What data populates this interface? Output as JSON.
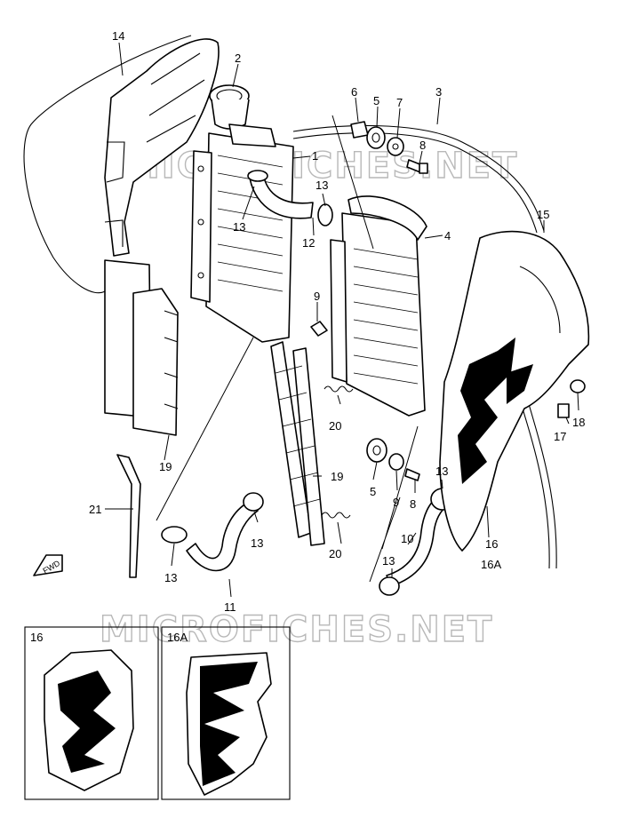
{
  "watermark": "MICROFICHES.NET",
  "direction_label": "FWD",
  "inset_labels": [
    "16",
    "16A"
  ],
  "callouts": {
    "c1": "1",
    "c2": "2",
    "c3": "3",
    "c4": "4",
    "c5a": "5",
    "c5b": "5",
    "c6": "6",
    "c7": "7",
    "c8a": "8",
    "c8b": "8",
    "c9a": "9",
    "c9b": "9",
    "c10": "10",
    "c11": "11",
    "c12": "12",
    "c13a": "13",
    "c13b": "13",
    "c13c": "13",
    "c13d": "13",
    "c13e": "13",
    "c13f": "13",
    "c14": "14",
    "c15": "15",
    "c16": "16",
    "c16a": "16A",
    "c17": "17",
    "c18": "18",
    "c19a": "19",
    "c19b": "19",
    "c20a": "20",
    "c20b": "20",
    "c21": "21"
  }
}
